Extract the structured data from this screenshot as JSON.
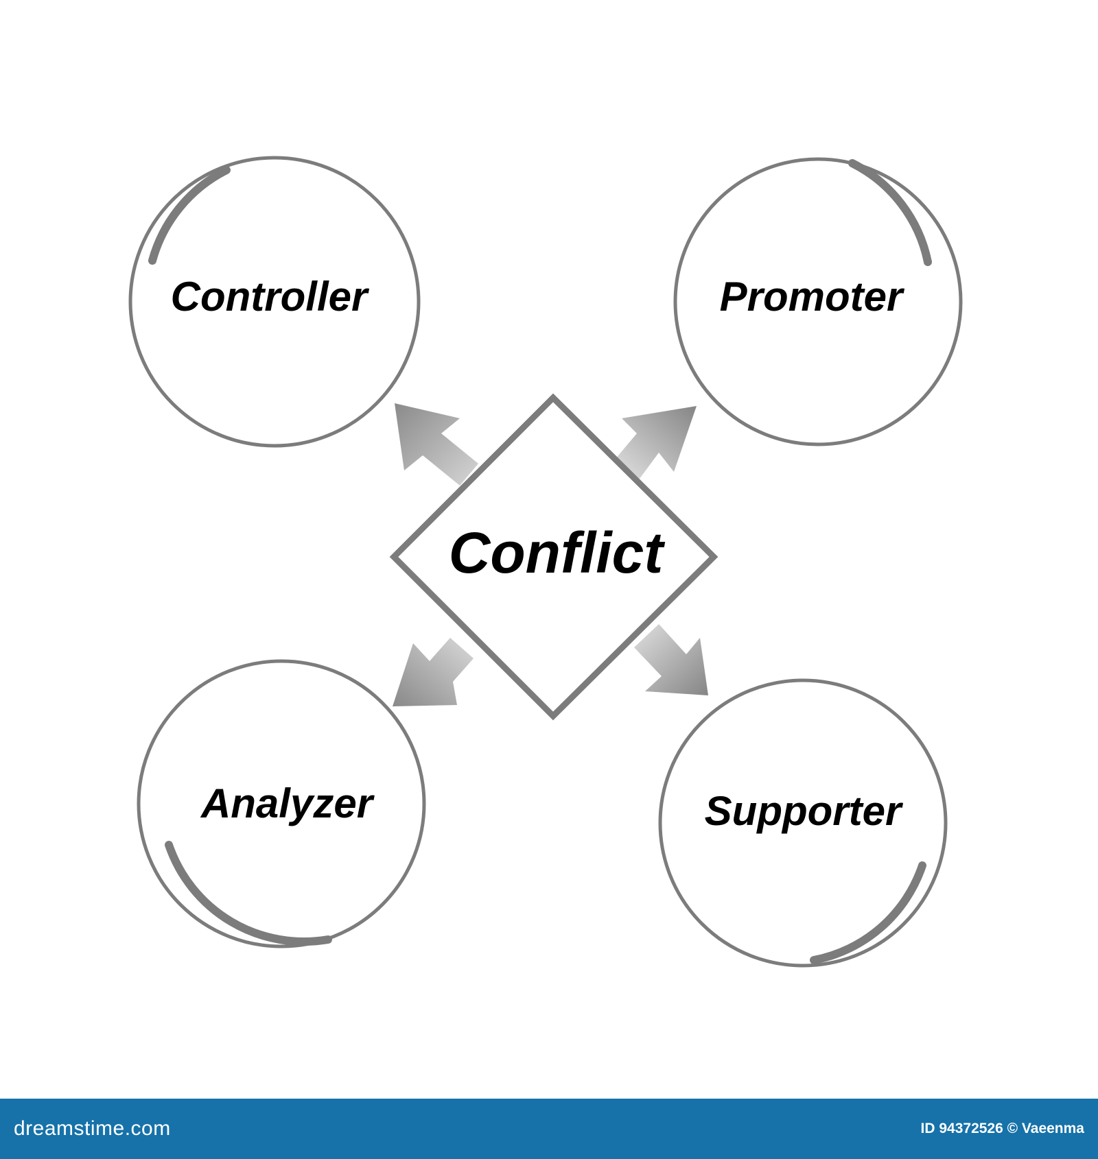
{
  "diagram": {
    "center": {
      "label": "Conflict"
    },
    "nodes": [
      {
        "id": "controller",
        "label": "Controller"
      },
      {
        "id": "promoter",
        "label": "Promoter"
      },
      {
        "id": "analyzer",
        "label": "Analyzer"
      },
      {
        "id": "supporter",
        "label": "Supporter"
      }
    ]
  },
  "colors": {
    "circle_stroke": "#7c7c7c",
    "diamond_stroke": "#7c7c7c",
    "arrow_light": "#d4d4d4",
    "arrow_dark": "#8a8a8a",
    "footer_bg": "#1672a9"
  },
  "footer": {
    "brand": "dreamstime.com",
    "credit": "ID 94372526 © Vaeenma"
  }
}
